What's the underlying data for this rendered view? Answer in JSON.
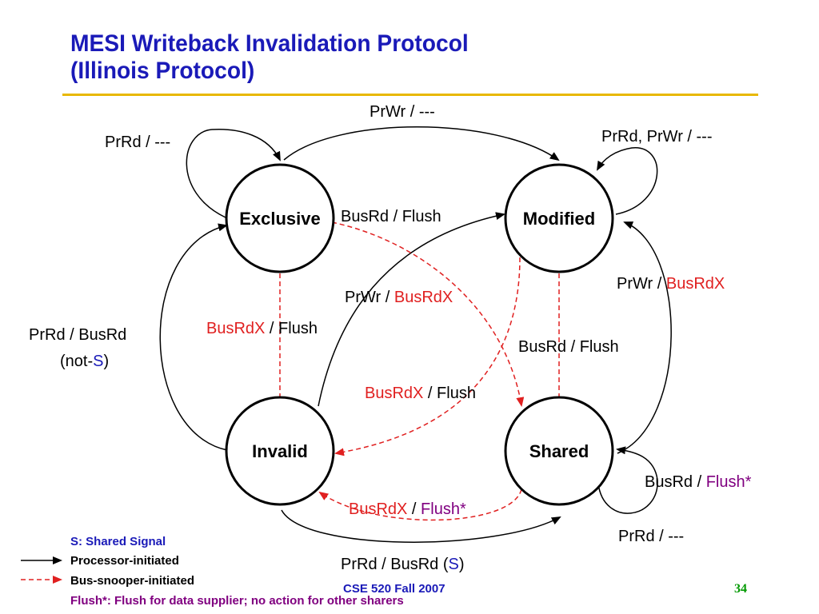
{
  "slide": {
    "title_line1": "MESI Writeback Invalidation Protocol",
    "title_line2": "(Illinois Protocol)",
    "footer": "CSE 520 Fall 2007",
    "page_number": "34"
  },
  "colors": {
    "title": "#1a1ab8",
    "rule": "#e8b800",
    "bus_red": "#e02020",
    "signal_blue": "#1a1ab8",
    "flush_purple": "#800080",
    "footer_green": "#009900"
  },
  "states": {
    "exclusive": "Exclusive",
    "modified": "Modified",
    "invalid": "Invalid",
    "shared": "Shared"
  },
  "edges": {
    "e_self": "PrRd / ---",
    "e_to_m": "PrWr / ---",
    "m_self": "PrRd, PrWr / ---",
    "e_to_s_busrd": "BusRd / Flush",
    "e_to_i": {
      "a": "BusRdX",
      "b": " / Flush"
    },
    "i_to_m": {
      "a": "PrWr / ",
      "b": "BusRdX"
    },
    "i_to_e": {
      "a": "PrRd / BusRd",
      "b1": "(not-",
      "b2": "S",
      "b3": ")"
    },
    "m_to_i": {
      "a": "BusRdX",
      "b": " / Flush"
    },
    "m_to_s": "BusRd / Flush",
    "s_to_m": {
      "a": "PrWr / ",
      "b": "BusRdX"
    },
    "s_self": {
      "a": "BusRd / ",
      "b": "Flush*"
    },
    "s_self_pr": "PrRd / ---",
    "s_to_i": {
      "a": "BusRdX",
      "b": " / ",
      "c": "Flush*"
    },
    "i_to_s": {
      "a": "PrRd / BusRd (",
      "b": "S",
      "c": ")"
    }
  },
  "legend": {
    "shared_signal": "S: Shared Signal",
    "processor": "Processor-initiated",
    "bus_snooper": "Bus-snooper-initiated",
    "flush_note": "Flush*: Flush for data supplier; no action for other sharers"
  }
}
